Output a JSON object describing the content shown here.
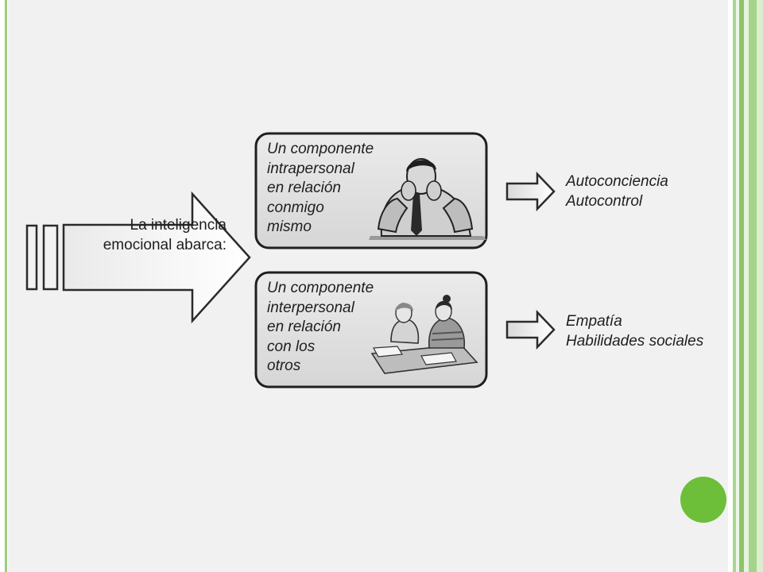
{
  "diagram": {
    "main_label": [
      "La inteligencia",
      "emocional abarca:"
    ],
    "components": [
      {
        "lines": [
          "Un componente",
          "intrapersonal",
          "en relación",
          "conmigo",
          "mismo"
        ],
        "outcomes": [
          "Autoconciencia",
          "Autocontrol"
        ]
      },
      {
        "lines": [
          "Un componente",
          "interpersonal",
          "en relación",
          "con los",
          "otros"
        ],
        "outcomes": [
          "Empatía",
          "Habilidades sociales"
        ]
      }
    ]
  },
  "theme": {
    "accent_green": "#6dbf3a",
    "border_green": "#9dcc7e"
  }
}
